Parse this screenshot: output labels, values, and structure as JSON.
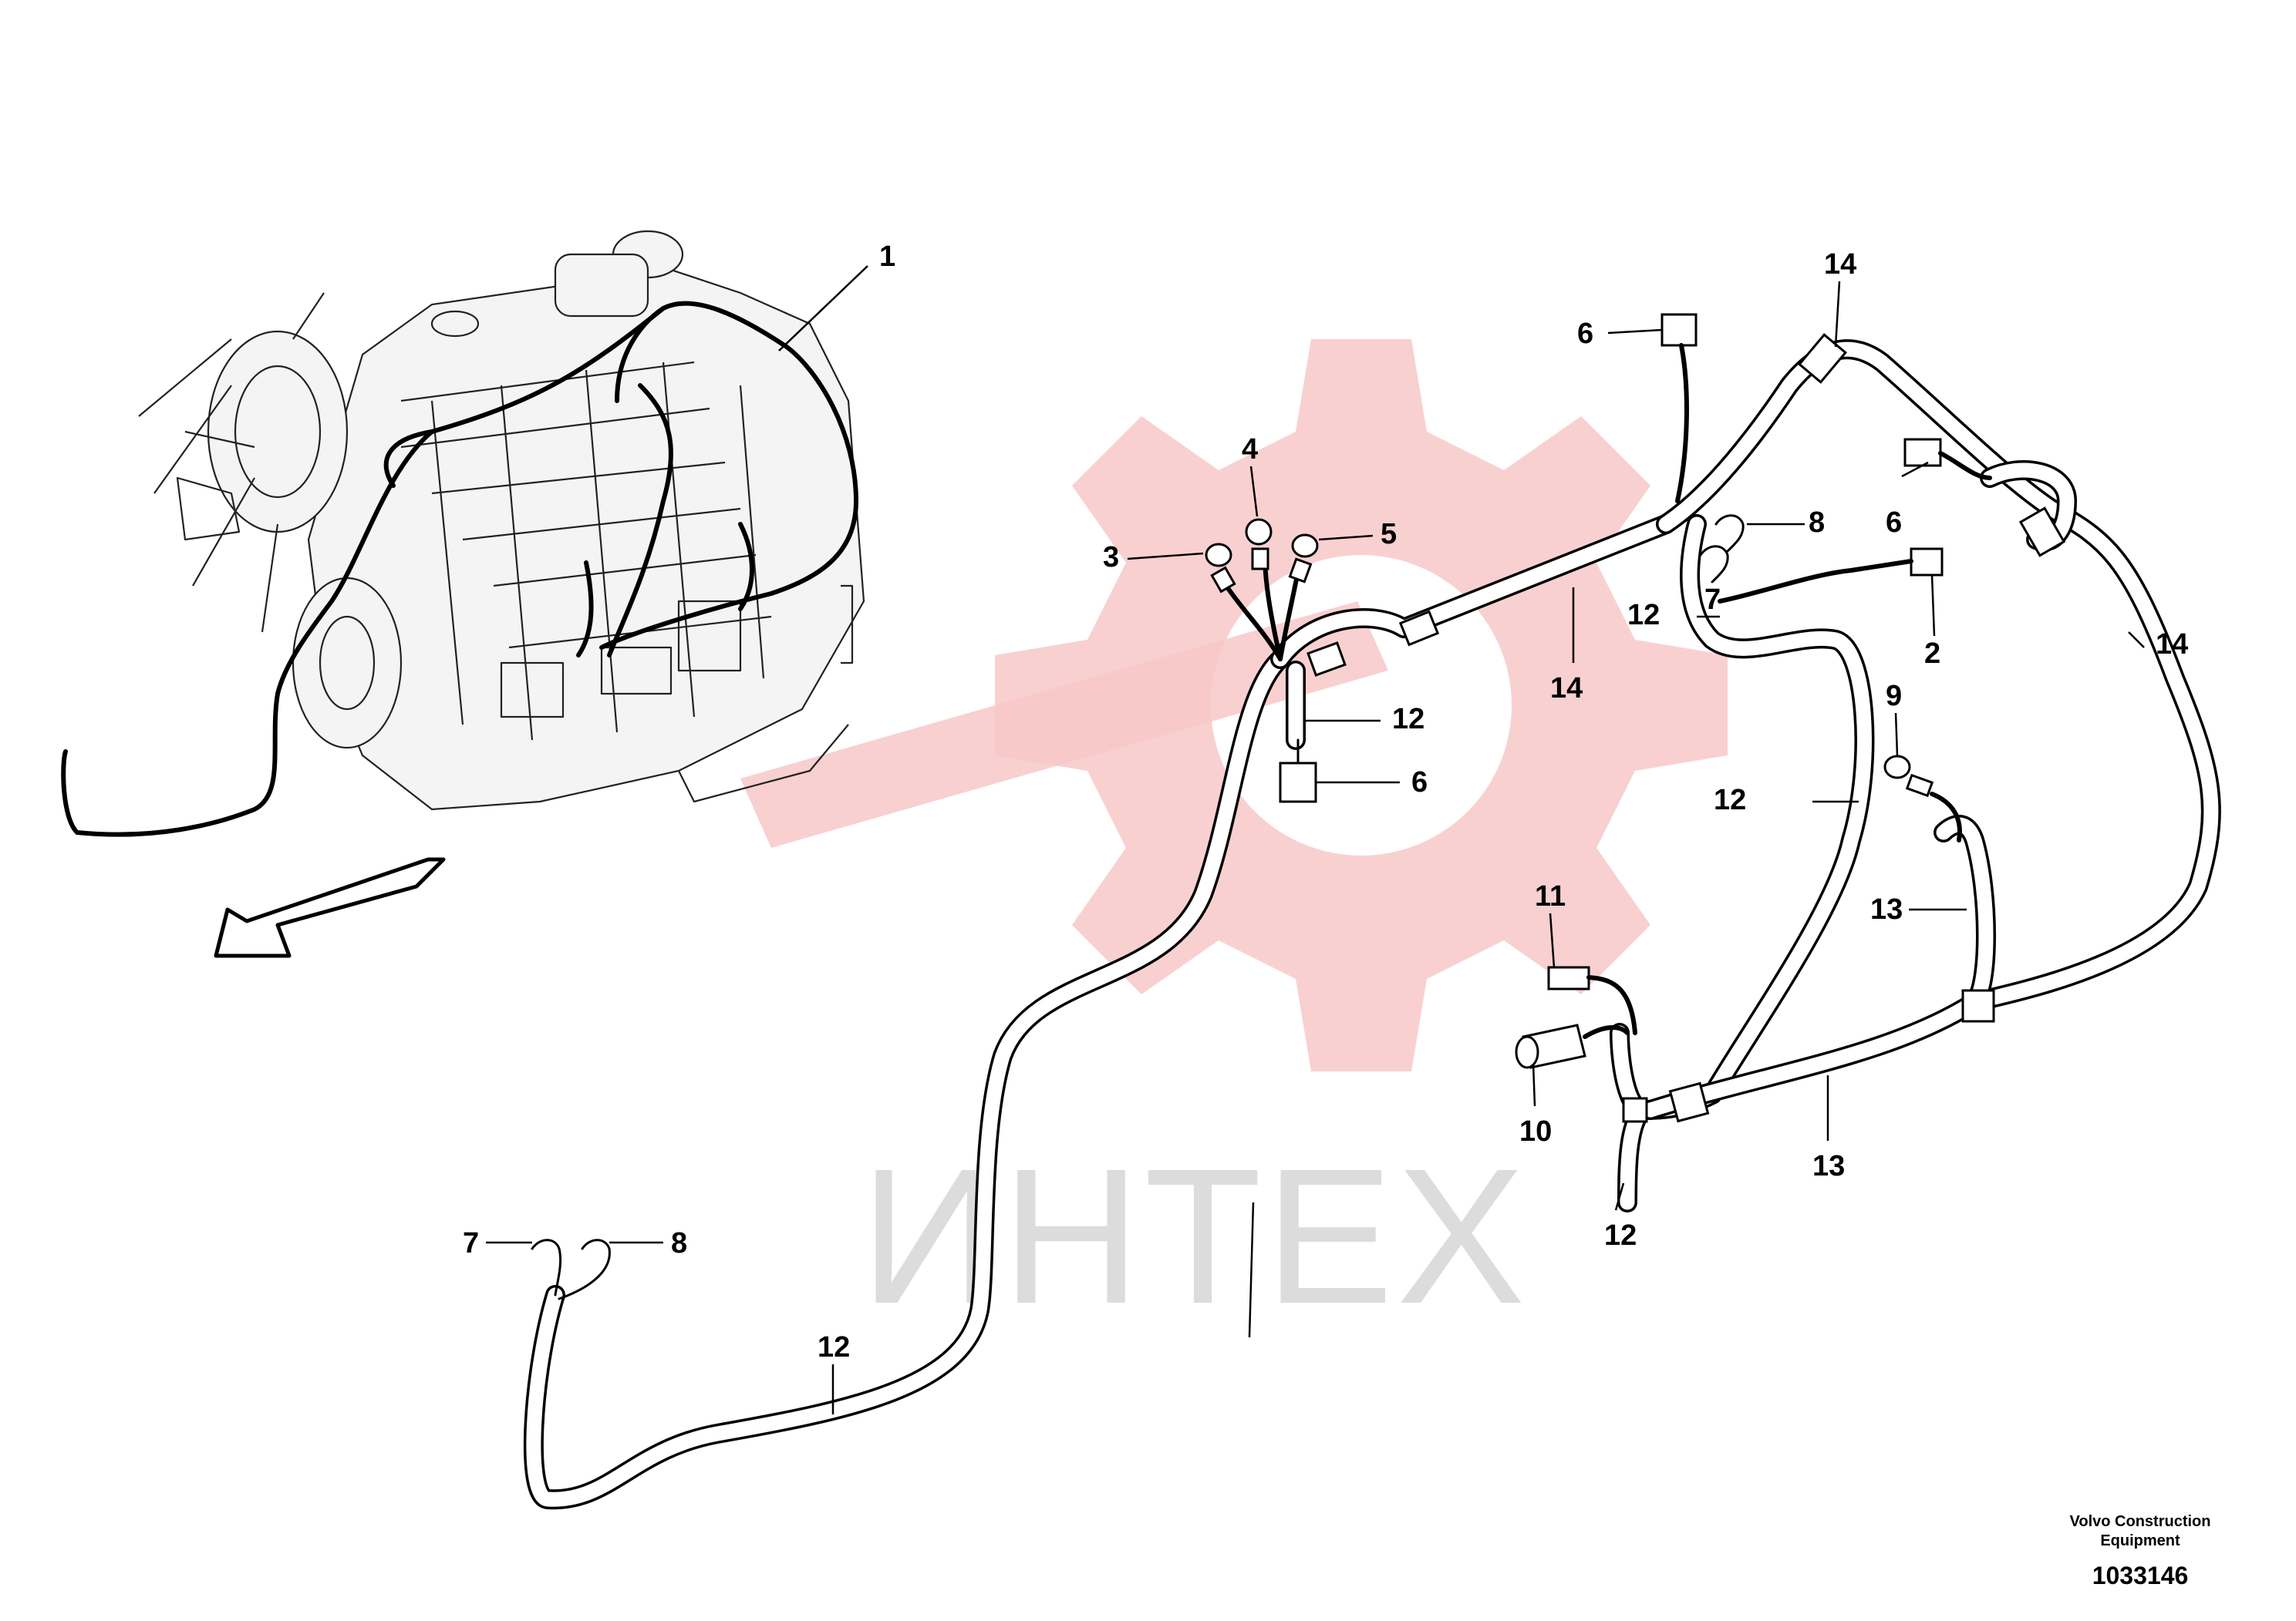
{
  "watermark": {
    "text": "ИНТЕХ",
    "color": "#f7c8c8"
  },
  "callouts": {
    "c1": "1",
    "c2": "2",
    "c3": "3",
    "c4": "4",
    "c5": "5",
    "c6a": "6",
    "c6b": "6",
    "c6c": "6",
    "c7a": "7",
    "c7b": "7",
    "c8a": "8",
    "c8b": "8",
    "c9": "9",
    "c10": "10",
    "c11": "11",
    "c12a": "12",
    "c12b": "12",
    "c12c": "12",
    "c12d": "12",
    "c12e": "12",
    "c13a": "13",
    "c13b": "13",
    "c14a": "14",
    "c14b": "14",
    "c14c": "14"
  },
  "footer": {
    "company_line1": "Volvo Construction",
    "company_line2": "Equipment",
    "drawing_number": "1033146"
  }
}
